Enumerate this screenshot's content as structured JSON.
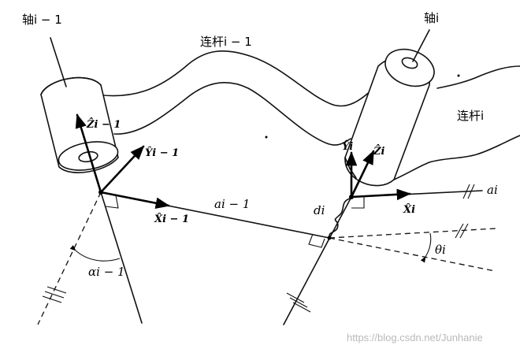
{
  "labels": {
    "axis_prev": "轴i − 1",
    "axis_cur": "轴i",
    "link_prev": "连杆i − 1",
    "link_cur": "连杆i",
    "z_prev": "Ẑi − 1",
    "y_prev": "Ŷi − 1",
    "x_prev": "X̂i − 1",
    "y_cur": "Ŷi",
    "z_cur": "Ẑi",
    "x_cur": "X̂i",
    "a_prev": "ai − 1",
    "d_cur": "di",
    "a_cur": "ai",
    "theta_cur": "θi",
    "alpha_prev": "αi − 1"
  },
  "watermark": "https://blog.csdn.net/Junhanie"
}
